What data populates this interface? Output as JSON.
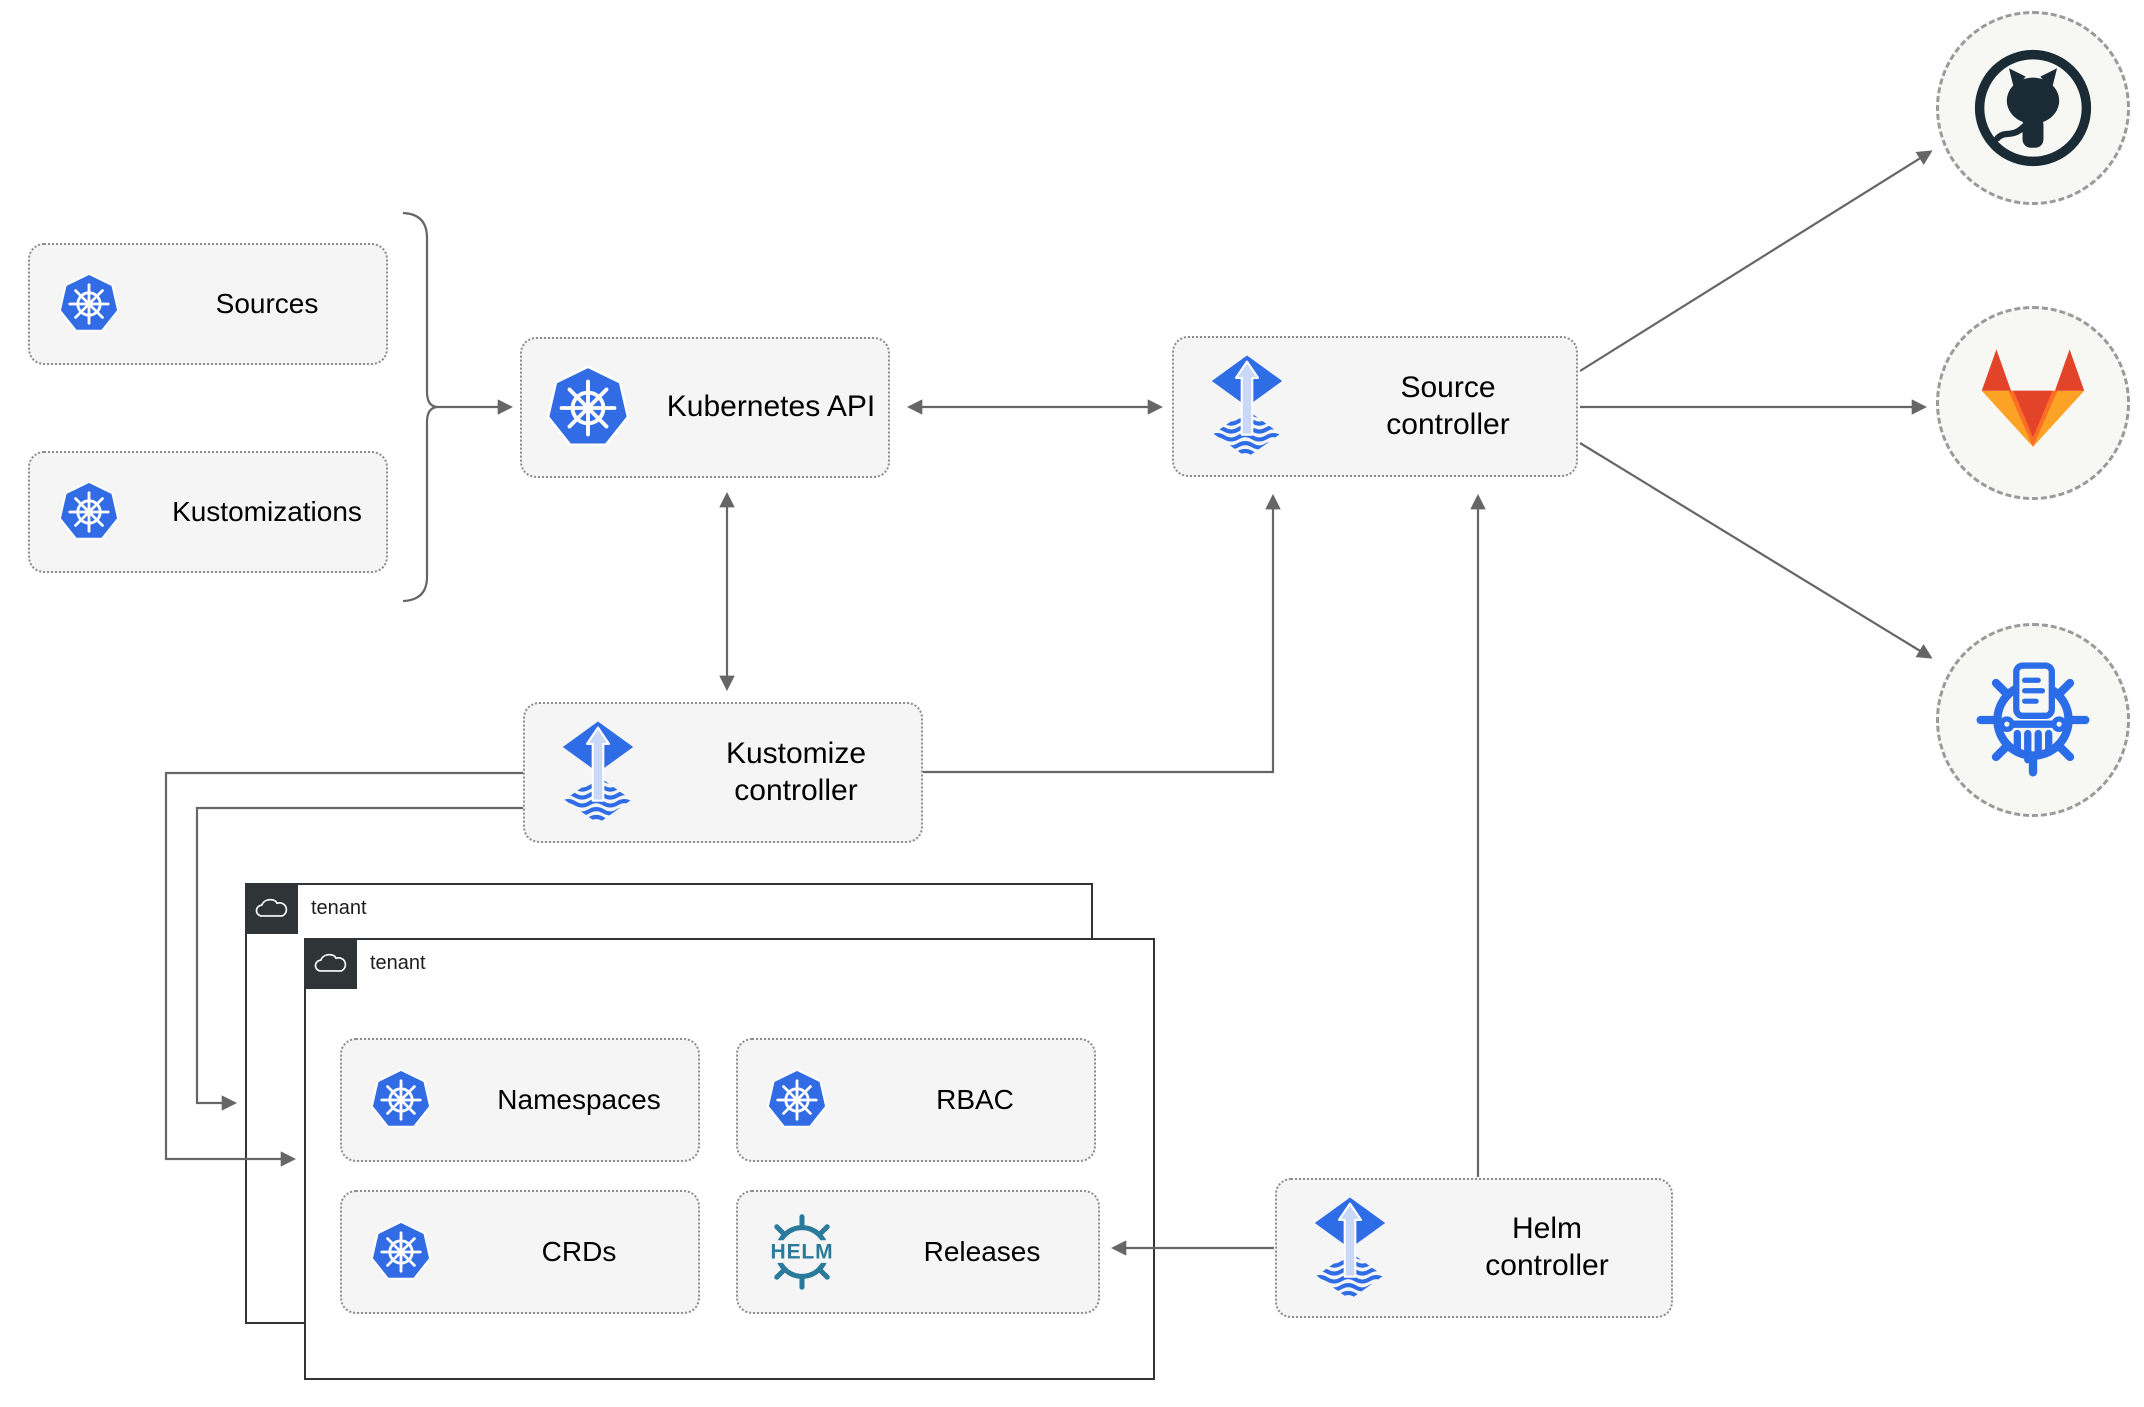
{
  "diagram": {
    "sources_group": {
      "items": [
        {
          "label": "Sources",
          "icon": "kubernetes"
        },
        {
          "label": "Kustomizations",
          "icon": "kubernetes"
        }
      ]
    },
    "nodes": {
      "kubernetes_api": {
        "label": "Kubernetes API",
        "icon": "kubernetes"
      },
      "source_controller": {
        "label": "Source controller",
        "icon": "flux"
      },
      "kustomize_controller": {
        "label": "Kustomize controller",
        "icon": "flux"
      },
      "helm_controller": {
        "label": "Helm controller",
        "icon": "flux"
      }
    },
    "tenants": [
      {
        "label": "tenant"
      },
      {
        "label": "tenant"
      }
    ],
    "tenant_resources": [
      {
        "label": "Namespaces",
        "icon": "kubernetes"
      },
      {
        "label": "RBAC",
        "icon": "kubernetes"
      },
      {
        "label": "CRDs",
        "icon": "kubernetes"
      },
      {
        "label": "Releases",
        "icon": "helm"
      }
    ],
    "helm_logo_text": "HELM",
    "remotes": [
      {
        "name": "github"
      },
      {
        "name": "gitlab"
      },
      {
        "name": "container-registry"
      }
    ],
    "colors": {
      "kubernetes_blue": "#326CE5",
      "flux_blue": "#2F6DE6",
      "flux_arrow_light": "#C9D8F8",
      "helm_teal": "#2A7B9B",
      "github_dark": "#1B2B36",
      "gitlab_red": "#E24329",
      "gitlab_orange": "#FC6D26",
      "gitlab_amber": "#FCA326",
      "registry_blue": "#2B6DE8",
      "wire_gray": "#666666",
      "node_fill": "#F5F5F5",
      "tenant_dark": "#2F3437"
    }
  }
}
